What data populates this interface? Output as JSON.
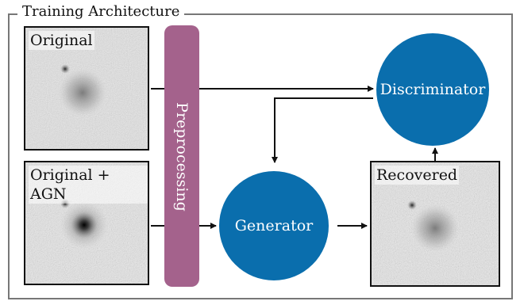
{
  "title": "Training Architecture",
  "panels": {
    "original": "Original",
    "original_agn": "Original + AGN",
    "recovered": "Recovered"
  },
  "preprocessing": "Preprocessing",
  "generator": "Generator",
  "discriminator": "Discriminator",
  "colors": {
    "preprocessing": "#a4628c",
    "node": "#0a6ead",
    "frame": "#777777"
  }
}
